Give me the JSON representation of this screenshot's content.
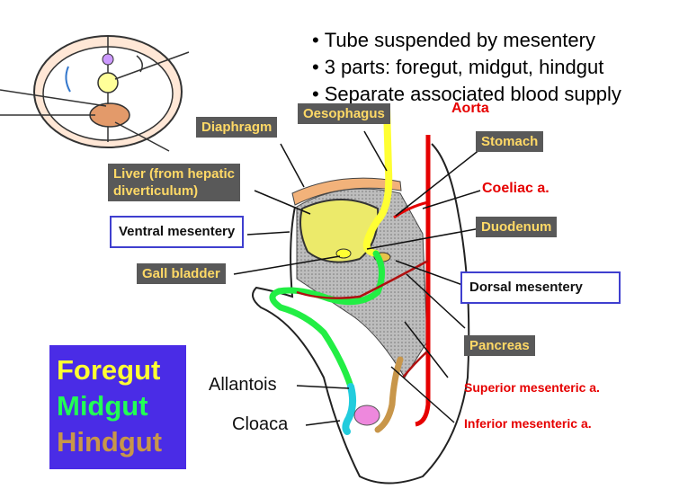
{
  "bullets": [
    "Tube suspended by mesentery",
    "3 parts: foregut, midgut, hindgut",
    "Separate associated blood supply"
  ],
  "labels": {
    "diaphragm": "Diaphragm",
    "oesophagus": "Oesophagus",
    "aorta": "Aorta",
    "stomach": "Stomach",
    "coeliac": "Coeliac a.",
    "liver_line1": "Liver (from hepatic",
    "liver_line2": "diverticulum)",
    "ventral_mesentery": "Ventral mesentery",
    "duodenum": "Duodenum",
    "gall_bladder": "Gall bladder",
    "dorsal_mesentery": "Dorsal mesentery",
    "pancreas": "Pancreas",
    "allantois": "Allantois",
    "superior_mesenteric": "Superior mesenteric a.",
    "cloaca": "Cloaca",
    "inferior_mesenteric": "Inferior mesenteric a."
  },
  "legend": [
    {
      "text": "Foregut",
      "color": "#ffff33"
    },
    {
      "text": "Midgut",
      "color": "#22ff55"
    },
    {
      "text": "Hindgut",
      "color": "#c8964a"
    }
  ],
  "colors": {
    "foregut": "#ffff33",
    "midgut": "#22ff55",
    "hindgut": "#c8964a",
    "artery": "#e60000",
    "label_box": "#595959",
    "legend_bg": "#4a2ce6"
  }
}
